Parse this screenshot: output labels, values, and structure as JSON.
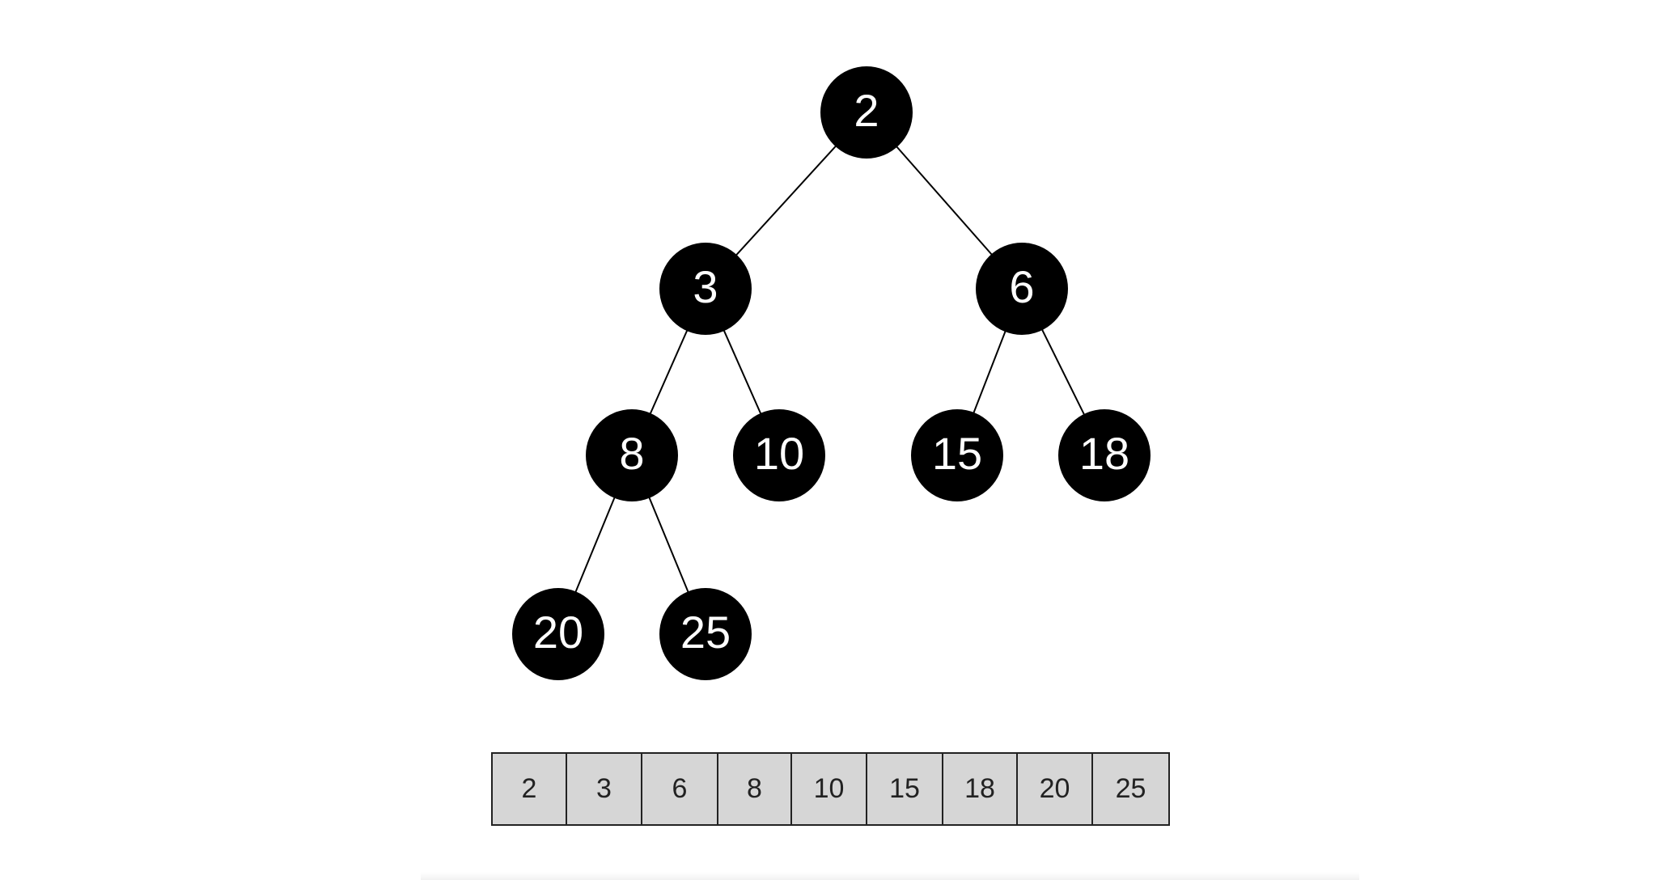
{
  "tree": {
    "nodes": [
      {
        "id": "n2",
        "label": "2"
      },
      {
        "id": "n3",
        "label": "3"
      },
      {
        "id": "n6",
        "label": "6"
      },
      {
        "id": "n8",
        "label": "8"
      },
      {
        "id": "n10",
        "label": "10"
      },
      {
        "id": "n15",
        "label": "15"
      },
      {
        "id": "n18",
        "label": "18"
      },
      {
        "id": "n20",
        "label": "20"
      },
      {
        "id": "n25",
        "label": "25"
      }
    ],
    "edges": [
      [
        "n2",
        "n3"
      ],
      [
        "n2",
        "n6"
      ],
      [
        "n3",
        "n8"
      ],
      [
        "n3",
        "n10"
      ],
      [
        "n6",
        "n15"
      ],
      [
        "n6",
        "n18"
      ],
      [
        "n8",
        "n20"
      ],
      [
        "n8",
        "n25"
      ]
    ],
    "node_color": "#000000",
    "label_color": "#ffffff"
  },
  "array": {
    "cells": [
      "2",
      "3",
      "6",
      "8",
      "10",
      "15",
      "18",
      "20",
      "25"
    ],
    "cell_color": "#d6d6d6",
    "border_color": "#222222"
  }
}
